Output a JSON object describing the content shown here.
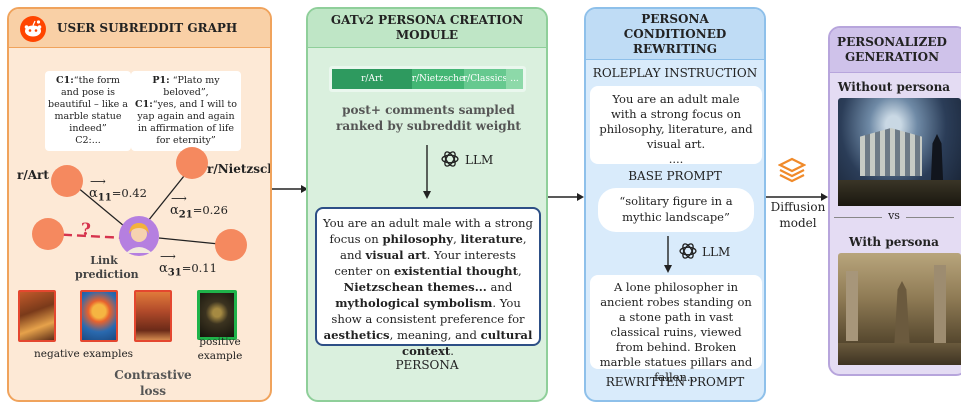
{
  "panel1": {
    "title": "USER SUBREDDIT GRAPH",
    "comment1": {
      "line1_tag": "C1:",
      "line1": "“the form and pose is beautiful – like a marble statue indeed”",
      "line2": "C2:..."
    },
    "comment2": {
      "p1_tag": "P1:",
      "p1": " “Plato my beloved”,",
      "c1_tag": "C1:",
      "c1": "“yes, and I will to yap again and again in affirmation of life for eternity”"
    },
    "node_art": "r/Art",
    "node_nietzsche": "r/Nietzsche",
    "alpha1": "α",
    "alpha1_sub": "11",
    "alpha1_val": "=0.42",
    "alpha2": "α",
    "alpha2_sub": "21",
    "alpha2_val": "=0.26",
    "alpha3": "α",
    "alpha3_sub": "31",
    "alpha3_val": "=0.11",
    "question": "?",
    "link_prediction": "Link prediction",
    "negative_examples": "negative examples",
    "positive_example": "positive example",
    "contrastive_loss": "Contrastive loss"
  },
  "panel2": {
    "title": "GATv2 PERSONA CREATION MODULE",
    "bar_segments": [
      "r/Art",
      "r/Nietzsche",
      "r/Classics",
      "..."
    ],
    "sampled_text": "post+ comments sampled ranked by subreddit weight",
    "llm_label": "LLM",
    "persona_parts": [
      {
        "t": "You are an  adult male with a strong focus on ",
        "b": false
      },
      {
        "t": "philosophy",
        "b": true
      },
      {
        "t": ", ",
        "b": false
      },
      {
        "t": "literature",
        "b": true
      },
      {
        "t": ", and ",
        "b": false
      },
      {
        "t": "visual art",
        "b": true
      },
      {
        "t": ". Your interests center on ",
        "b": false
      },
      {
        "t": "existential thought",
        "b": true
      },
      {
        "t": ", ",
        "b": false
      },
      {
        "t": "Nietzschean themes...",
        "b": true
      },
      {
        "t": " and ",
        "b": false
      },
      {
        "t": "mythological symbolism",
        "b": true
      },
      {
        "t": ". You show a consistent preference for ",
        "b": false
      },
      {
        "t": "aesthetics",
        "b": true
      },
      {
        "t": ", meaning, and ",
        "b": false
      },
      {
        "t": "cultural context",
        "b": true
      },
      {
        "t": ".",
        "b": false
      }
    ],
    "persona_label": "PERSONA"
  },
  "panel3": {
    "title": "PERSONA CONDITIONED REWRITING",
    "roleplay_label": "ROLEPLAY INSTRUCTION",
    "roleplay_text": "You are an adult male with a strong focus on philosophy, literature, and visual art.",
    "roleplay_ellipsis": "....",
    "base_prompt_label": "BASE PROMPT",
    "base_prompt_text": "“solitary figure in a mythic landscape”",
    "llm_label": "LLM",
    "rewritten_text": "A lone philosopher in ancient robes standing on a stone path in vast classical ruins, viewed from behind. Broken marble statues  pillars and fallen...",
    "rewritten_label": "REWRITTEN PROMPT"
  },
  "diffusion_label": "Diffusion model",
  "panel4": {
    "title": "PERSONALIZED GENERATION",
    "without_label": "Without persona",
    "vs": "vs",
    "with_label": "With persona"
  },
  "icons": {
    "reddit": "reddit-logo-icon",
    "openai": "openai-logo-icon",
    "diffusion": "diffusion-model-icon"
  },
  "colors": {
    "panel1_bg": "#fde9d6",
    "panel1_border": "#f0a35c",
    "panel2_bg": "#daf0de",
    "panel2_border": "#8fcf9a",
    "panel3_bg": "#d9ebfb",
    "panel3_border": "#8ec0ea",
    "panel4_bg": "#e4dcf3",
    "panel4_border": "#b7a5dc",
    "node": "#f5895f",
    "bar": "#33a868",
    "link_dashed": "#d6334d"
  }
}
